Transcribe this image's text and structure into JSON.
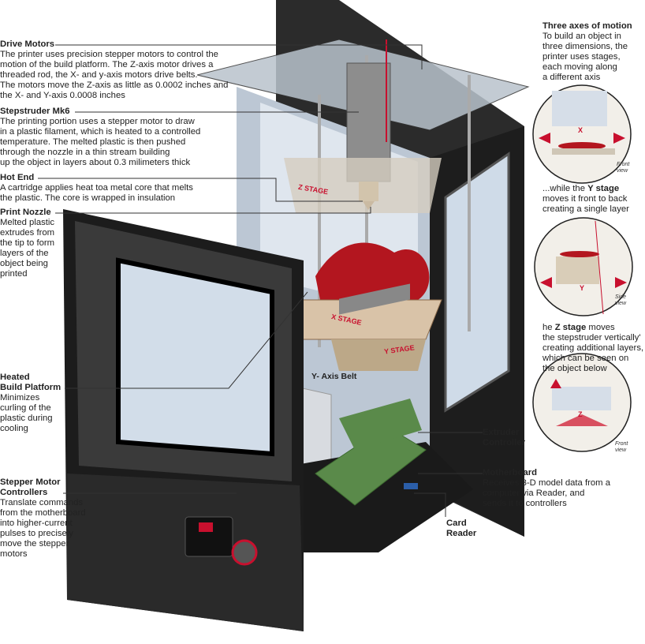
{
  "callouts": {
    "drive_motors": {
      "title": "Drive Motors",
      "body": "The printer uses precision stepper motors to control the\nmotion of the build platform. The Z-axis motor drives a\nthreaded rod, the X- and y-axis motors drive belts.\nThe motors move the Z-axis as little as 0.0002 inches and\nthe X- and Y-axis 0.0008 inches"
    },
    "stepstruder": {
      "title": "Stepstruder Mk6",
      "body": "The printing portion uses a stepper motor to draw\nin a plastic filament, which is heated to a controlled\ntemperature. The melted plastic is then pushed\nthrough the nozzle in a thin stream building\nup the object in layers about 0.3 milimeters thick"
    },
    "hot_end": {
      "title": "Hot End",
      "body": "A cartridge applies heat toa metal core that melts\nthe plastic. The core is wrapped in insulation"
    },
    "print_nozzle": {
      "title": "Print Nozzle",
      "body": "Melted plastic\nextrudes from\nthe tip to form\nlayers of the\nobject being\nprinted"
    },
    "heated_platform": {
      "title": "Heated\nBuild Platform",
      "body": "Minimizes\ncurling of the\nplastic during\ncooling"
    },
    "stepper_controllers": {
      "title": "Stepper Motor\nControllers",
      "body": "Translate commands\nfrom the motherboard\ninto higher-current\npulses to precisely\nmove the stepper\nmotors"
    },
    "extruder_controller": {
      "title": "Extruder\nController"
    },
    "motherboard": {
      "title": "Motherboard",
      "body": "Receives 3-D model data from a\ncomputer via Reader, and\nsends it to controllers"
    },
    "card_reader": {
      "title": "Card\nReader"
    },
    "y_axis_belt": "Y- Axis Belt"
  },
  "stages": {
    "z": "Z STAGE",
    "x": "X STAGE",
    "y": "Y STAGE"
  },
  "sidebar": {
    "intro_title": "Three axes of motion",
    "intro_body": "To build an object in\nthree dimensions, the\nprinter uses stages,\neach moving along\na different axis",
    "y_text_pre": "...while the ",
    "y_text_bold": "Y stage",
    "y_text_post": "moves it front to back\ncreating a single layer",
    "z_text_pre": " he ",
    "z_text_bold": "Z stage",
    "z_text_post": "moves\nthe stepstruder vertically'\ncreating additional layers,\nwhich can be seen on\nthe object below",
    "views": [
      {
        "axis": "X",
        "caption": "Front\nview"
      },
      {
        "axis": "Y",
        "caption": "Side\nview"
      },
      {
        "axis": "Z",
        "caption": "Front\nview"
      }
    ]
  },
  "colors": {
    "accent": "#c8102e",
    "frame": "#2a2a2a",
    "plastic": "#b3161f",
    "board": "#5a8a4a"
  }
}
